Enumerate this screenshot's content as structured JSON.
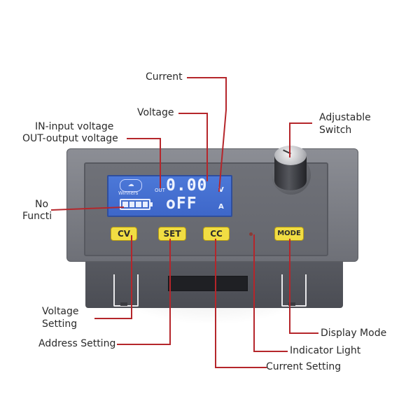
{
  "callouts": {
    "current": "Current",
    "voltage": "Voltage",
    "in_out_line1": "IN-input voltage",
    "in_out_line2": "OUT-output voltage",
    "adjustable_line1": "Adjustable",
    "adjustable_line2": "Switch",
    "no_function_line1": "No",
    "no_function_line2": "Functi",
    "voltage_setting_line1": "Voltage",
    "voltage_setting_line2": "Setting",
    "address_setting": "Address Setting",
    "display_mode": "Display Mode",
    "indicator_light": "Indicator Light",
    "current_setting": "Current Setting"
  },
  "display": {
    "logo_text": "Winners",
    "out_label": "OUT",
    "voltage_reading": "0.00",
    "voltage_unit": "V",
    "current_reading": "oFF",
    "current_unit": "A"
  },
  "buttons": {
    "cv": "CV",
    "set": "SET",
    "cc": "CC",
    "mode": "MODE"
  },
  "colors": {
    "callout_line": "#b5262b",
    "button_yellow": "#f1dd43",
    "lcd_blue": "#4a74d6",
    "device_gray": "#6e7077"
  }
}
